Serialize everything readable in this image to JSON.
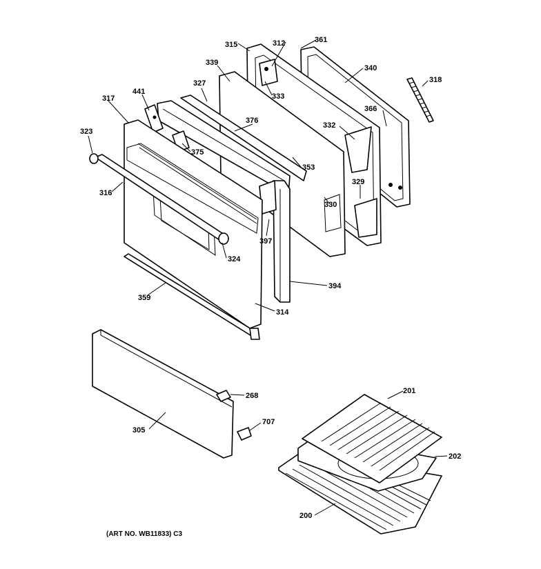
{
  "callouts": {
    "c315": "315",
    "c312": "312",
    "c361": "361",
    "c339": "339",
    "c340": "340",
    "c318": "318",
    "c327": "327",
    "c333": "333",
    "c441": "441",
    "c317": "317",
    "c366": "366",
    "c376": "376",
    "c332": "332",
    "c323": "323",
    "c375": "375",
    "c353": "353",
    "c329": "329",
    "c316": "316",
    "c330": "330",
    "c397": "397",
    "c324": "324",
    "c394": "394",
    "c359": "359",
    "c314": "314",
    "c268": "268",
    "c305": "305",
    "c707": "707",
    "c201": "201",
    "c202": "202",
    "c200": "200"
  },
  "footer": {
    "art_no": "(ART NO. WB11833) C3"
  }
}
